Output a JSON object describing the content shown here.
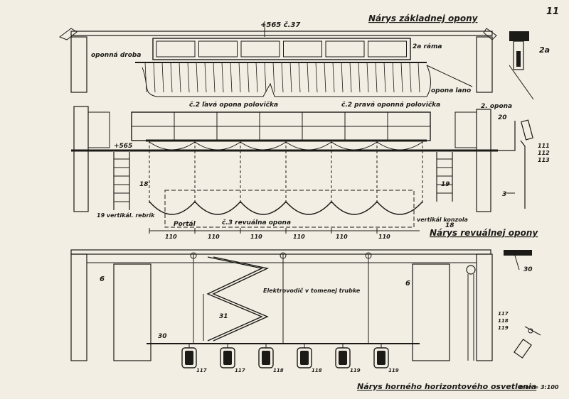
{
  "sheet": {
    "page_number": "11",
    "scale": "mer = 3:100",
    "colors": {
      "paper": "#f3eee3",
      "ink": "#1b1a17",
      "hatch": "#3a3833"
    }
  },
  "section_top": {
    "title": "Nárys základnej opony",
    "height_mark": "+565 č.37",
    "labels": {
      "rod": "oponná droba",
      "rama": "2a ráma",
      "rope": "opona lano",
      "detail": "2a"
    }
  },
  "section_middle": {
    "title": "Nárys revuálnej opony",
    "height_mark": "+565",
    "labels": {
      "left_half": "č.2 ľavá opona polovička",
      "right_half": "č.2 pravá oponná polovička",
      "main_curtain": "2. opona",
      "revue_curtain": "č.3 revuálna opona",
      "portal": "Portál",
      "left_ladder": "19 vertikál. rebrík",
      "right_console": "vertikál konzola",
      "num_18_left": "18",
      "num_19_right": "19",
      "num_18_right": "18",
      "detail_20": "20",
      "detail_3": "3",
      "detail_111": "111",
      "detail_112": "112",
      "detail_113": "113"
    },
    "dimensions": [
      "110",
      "110",
      "110",
      "110",
      "110",
      "110"
    ]
  },
  "section_bottom": {
    "title": "Nárys horného horizontového osvetlenia",
    "labels": {
      "num_6_left": "6",
      "num_6_right": "6",
      "cable": "Elektrovodič v tomenej trubke",
      "num_31": "31",
      "num_30_left": "30",
      "num_30_right": "30",
      "detail_117": "117",
      "detail_118": "118",
      "detail_119": "119"
    },
    "lamps": [
      "117",
      "117",
      "118",
      "118",
      "119",
      "119"
    ]
  }
}
